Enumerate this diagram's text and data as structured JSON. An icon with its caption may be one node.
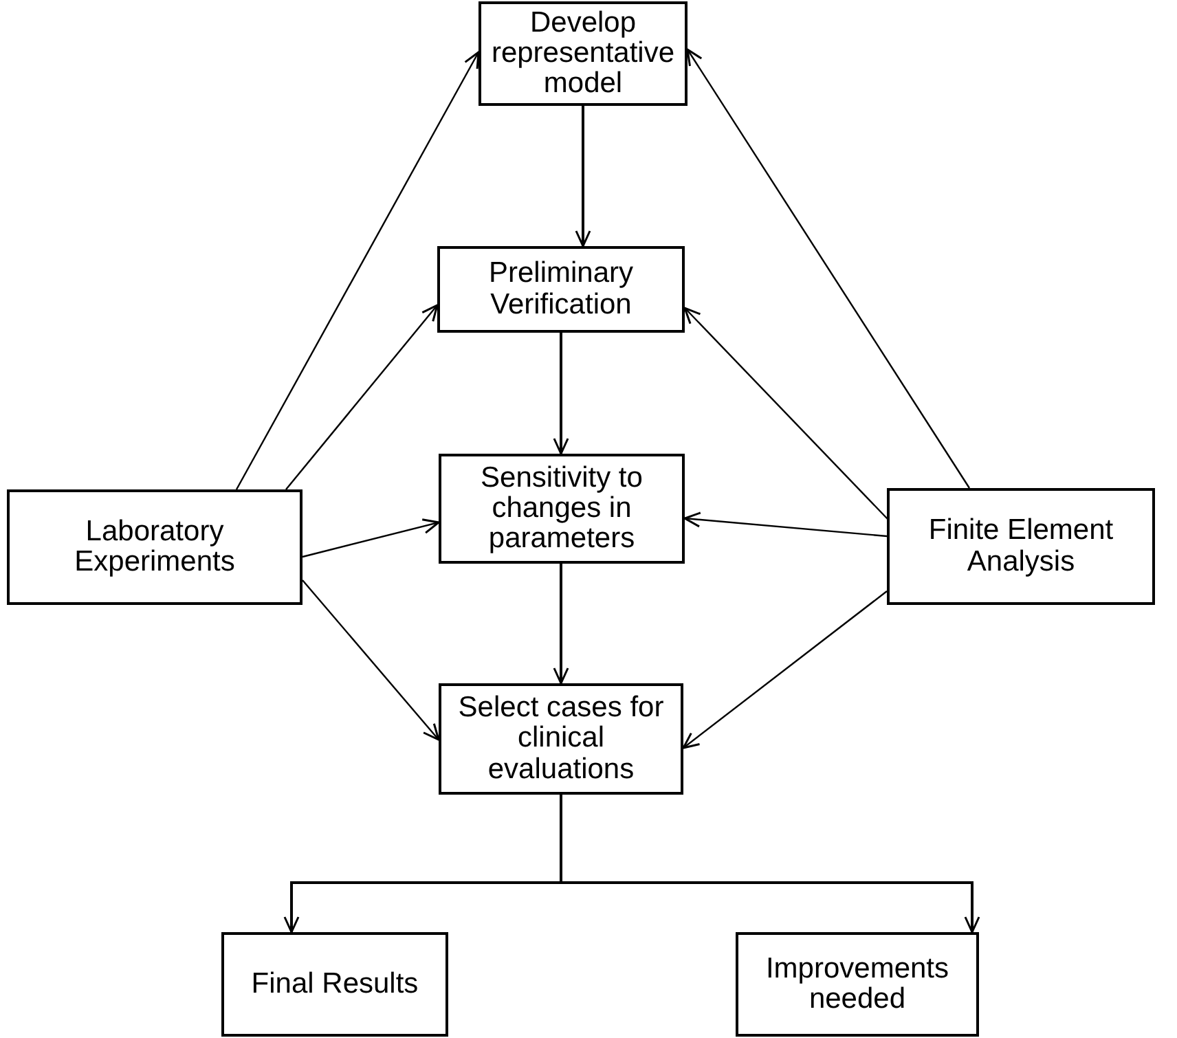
{
  "diagram": {
    "nodes": [
      {
        "text": [
          "Develop representative model"
        ]
      },
      {
        "text": [
          "Preliminary Verification"
        ]
      },
      {
        "text": [
          "Sensitivity to changes in parameters"
        ]
      },
      {
        "text": [
          "Laboratory Experiments"
        ]
      },
      {
        "text": [
          "Finite Element Analysis"
        ]
      },
      {
        "text": [
          "Select cases for clinical evaluations"
        ]
      },
      {
        "text": [
          "Final Results"
        ]
      },
      {
        "text": [
          "Improvements needed"
        ]
      }
    ],
    "edges": [
      {
        "from": 0,
        "to": 1,
        "arrow": "to"
      },
      {
        "from": 1,
        "to": 2,
        "arrow": "to"
      },
      {
        "from": 2,
        "to": 5,
        "arrow": "to"
      },
      {
        "from": 3,
        "to": 0,
        "arrow": "to"
      },
      {
        "from": 3,
        "to": 1,
        "arrow": "to"
      },
      {
        "from": 3,
        "to": 2,
        "arrow": "to"
      },
      {
        "from": 3,
        "to": 5,
        "arrow": "to"
      },
      {
        "from": 4,
        "to": 0,
        "arrow": "to"
      },
      {
        "from": 4,
        "to": 1,
        "arrow": "to"
      },
      {
        "from": 4,
        "to": 2,
        "arrow": "to"
      },
      {
        "from": 4,
        "to": 5,
        "arrow": "to"
      },
      {
        "from": 5,
        "to": 6,
        "arrow": "to"
      },
      {
        "from": 5,
        "to": 7,
        "arrow": "to"
      }
    ]
  }
}
